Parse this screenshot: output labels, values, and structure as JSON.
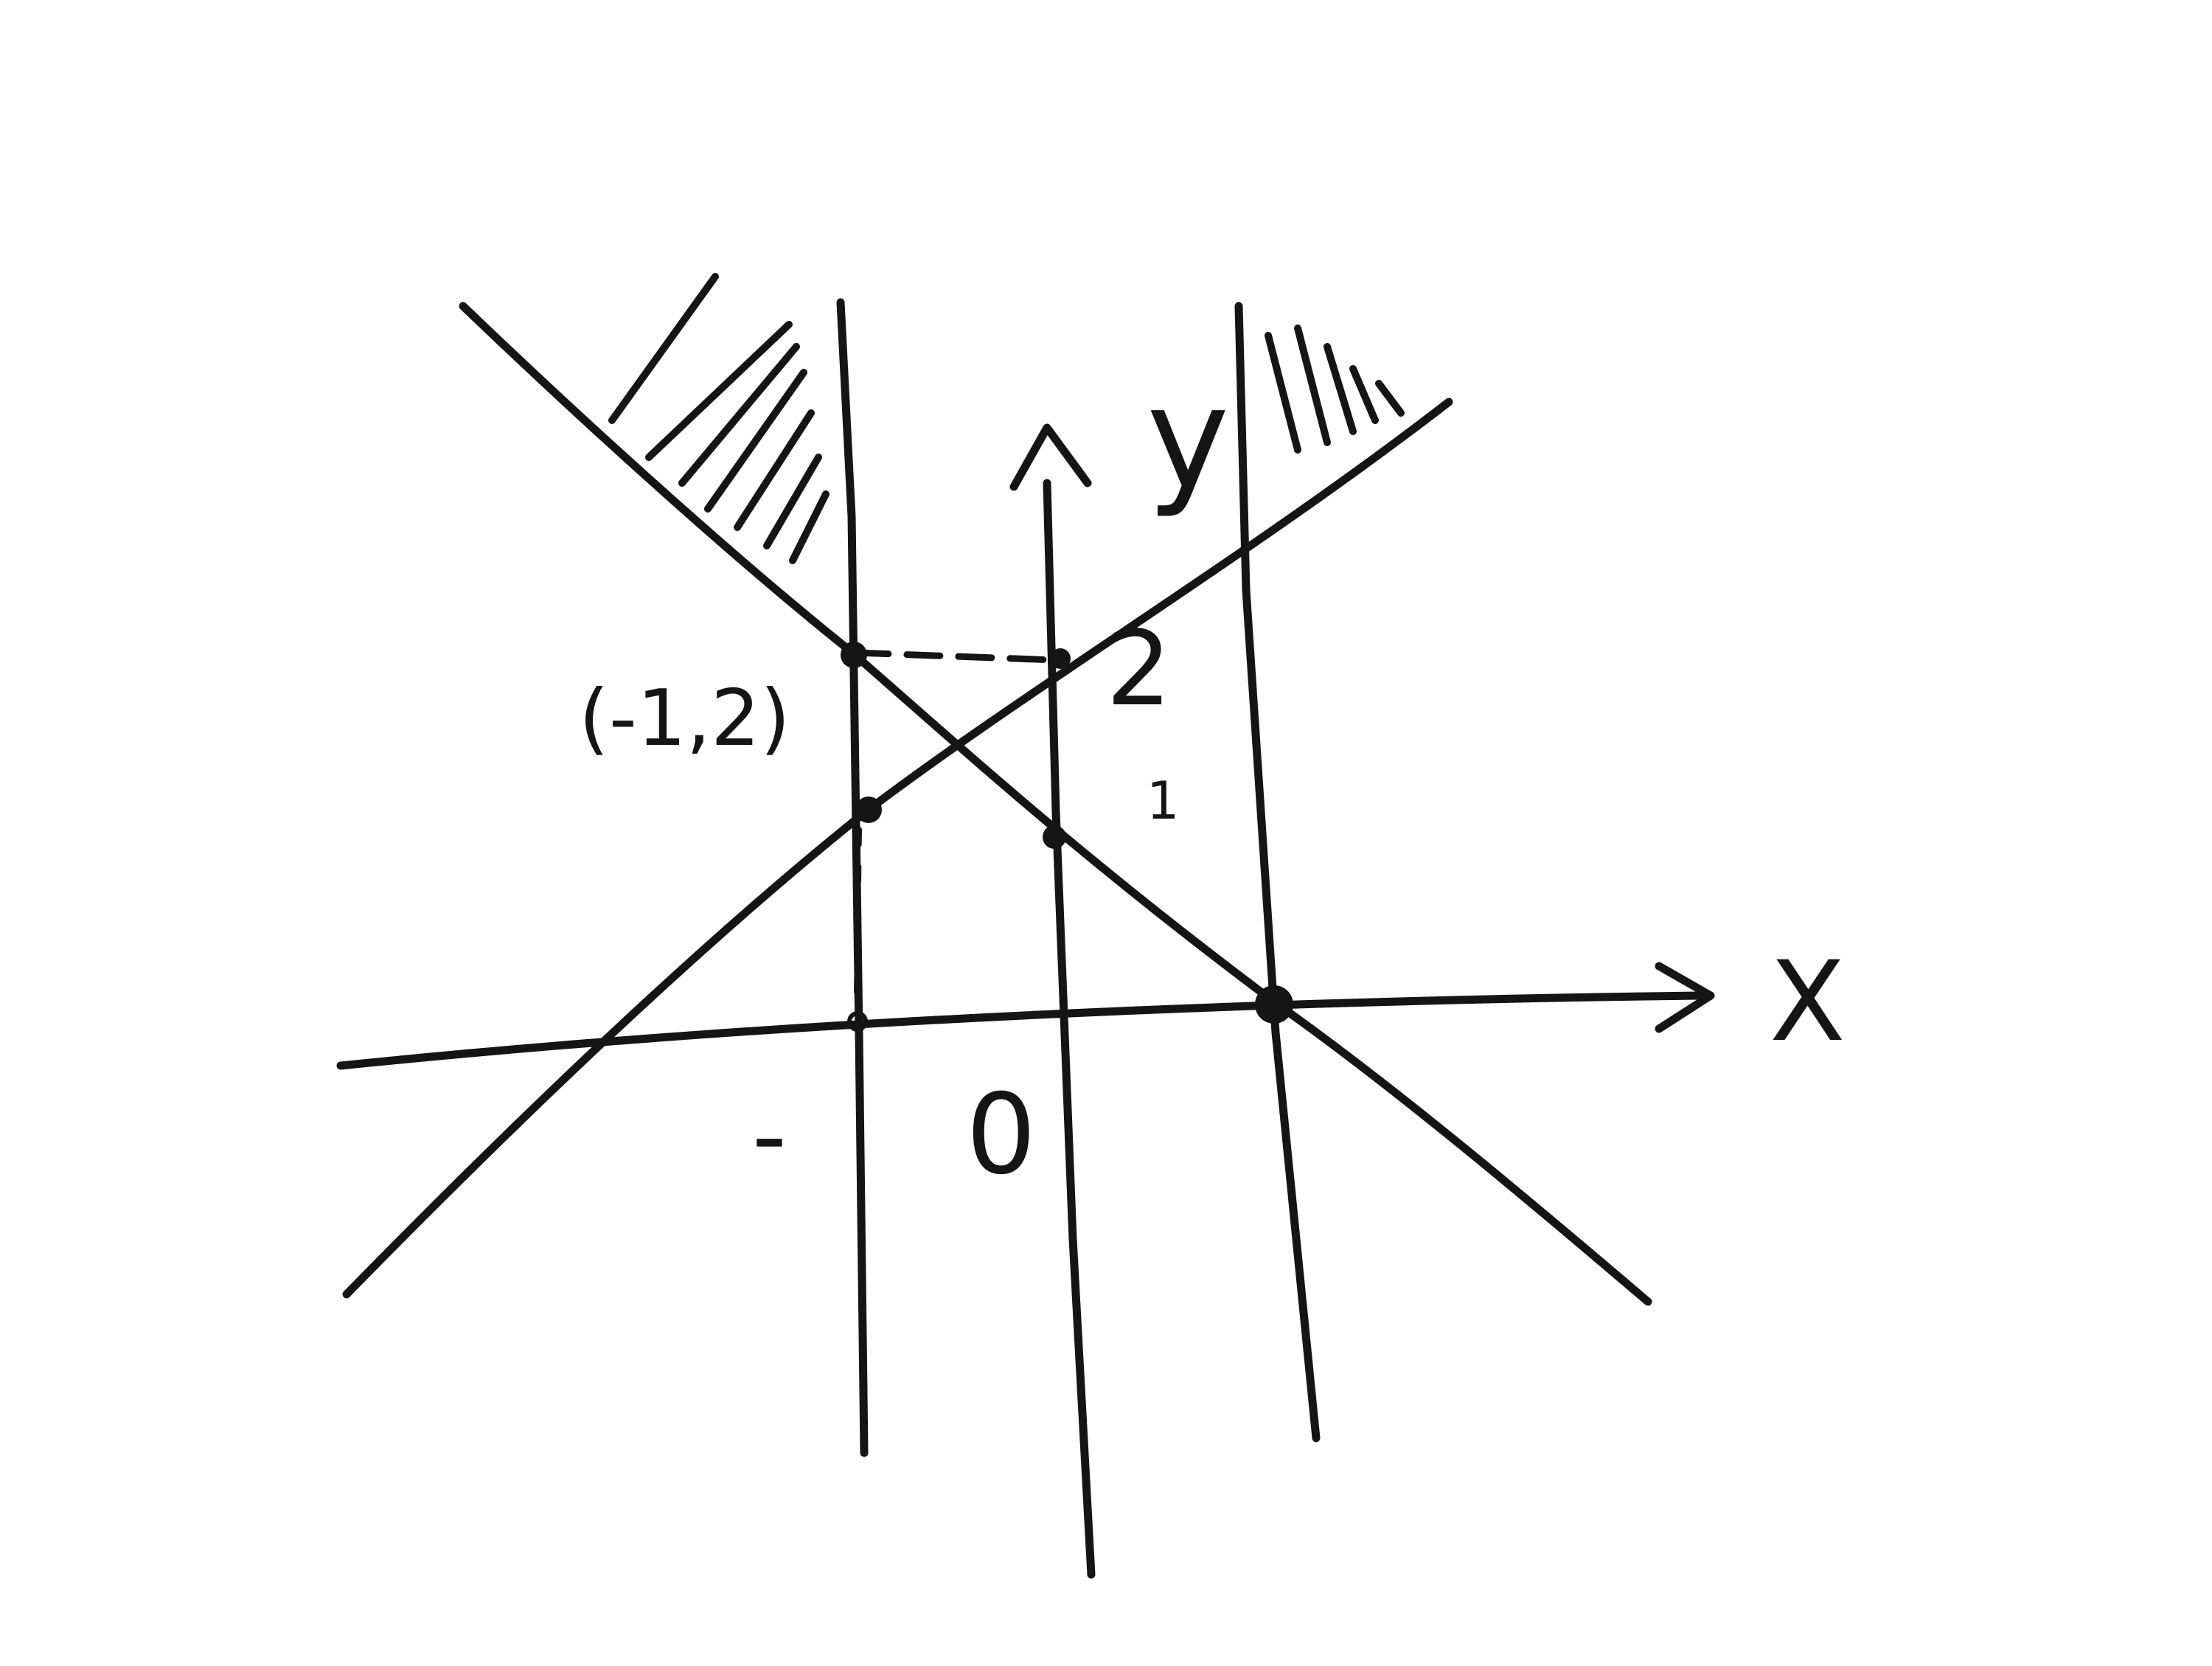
{
  "diagram": {
    "ink_color": "#151515",
    "paper_color": "#ffffff",
    "labels": {
      "x_axis": "X",
      "y_axis": "y",
      "origin": "0",
      "tick_neg_one": "-",
      "tick_one": "1",
      "tick_two": "2",
      "point_label": "(-1,2)"
    }
  }
}
